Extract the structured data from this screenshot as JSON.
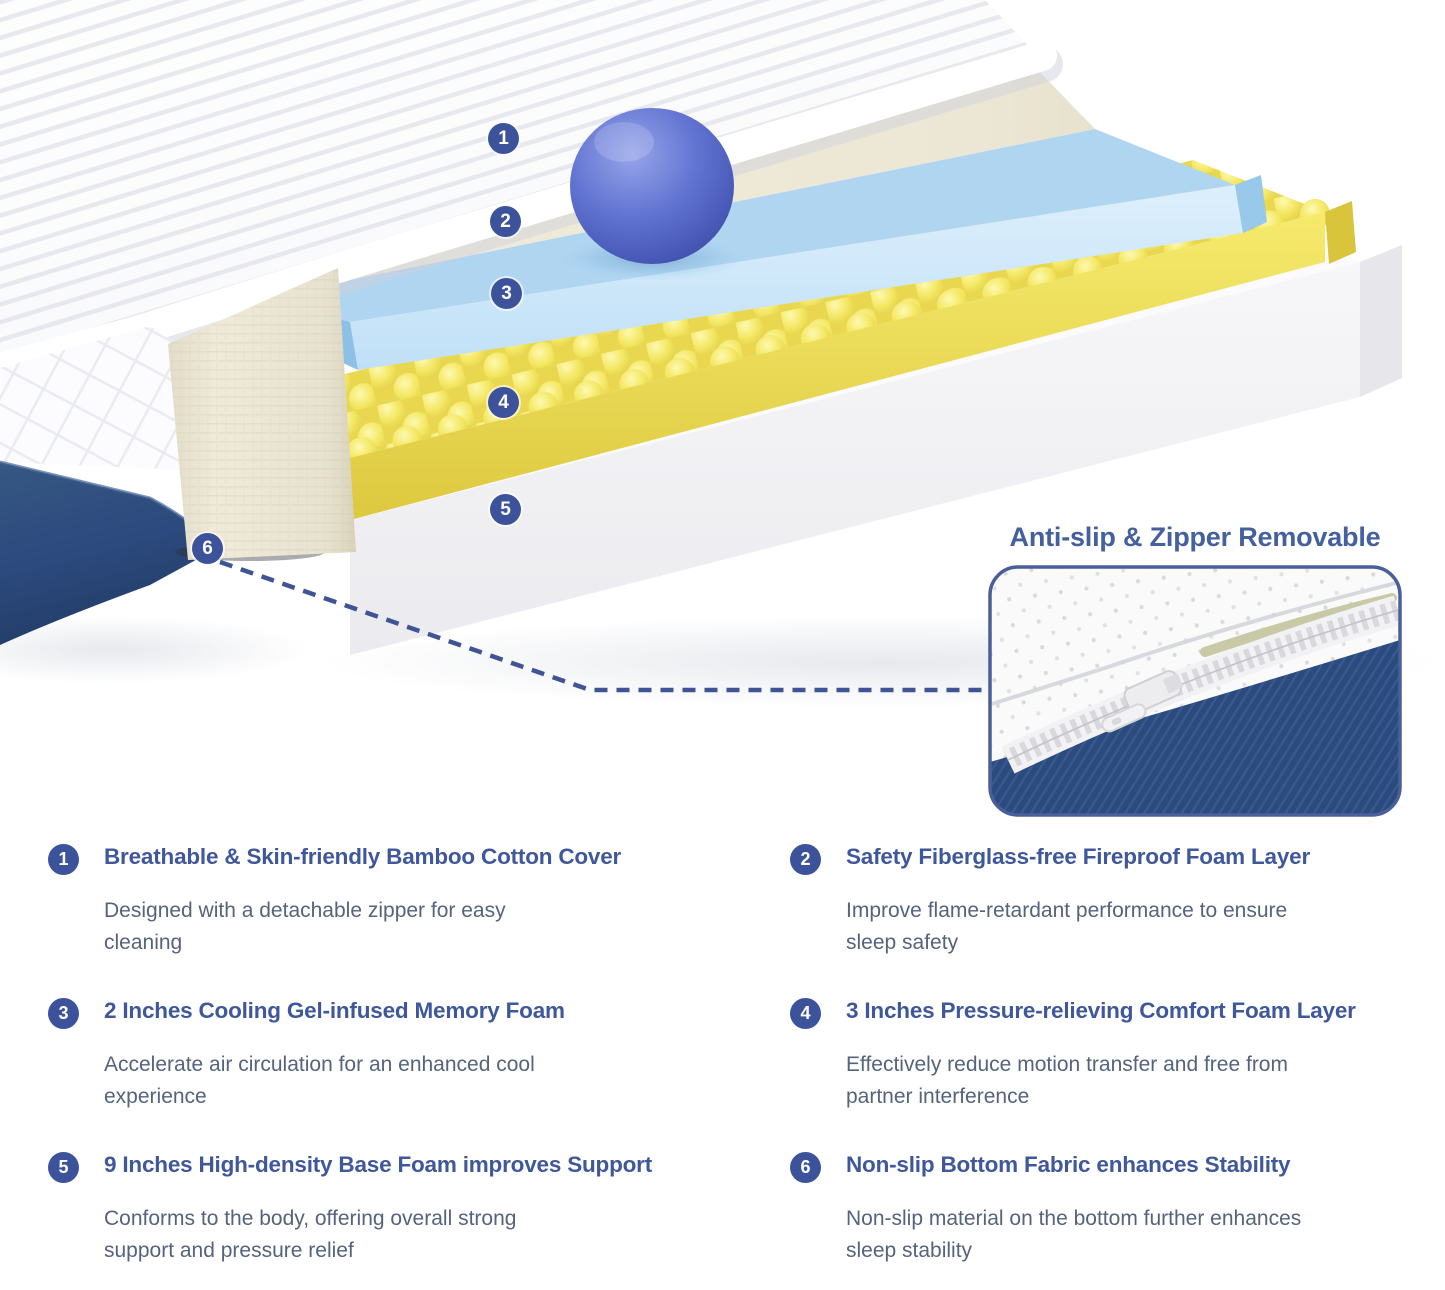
{
  "inset": {
    "title": "Anti-slip & Zipper Removable"
  },
  "features": [
    {
      "num": "1",
      "title": "Breathable & Skin-friendly Bamboo Cotton Cover",
      "desc": "Designed with a detachable zipper for easy cleaning"
    },
    {
      "num": "2",
      "title": "Safety Fiberglass-free Fireproof Foam Layer",
      "desc": "Improve flame-retardant performance to ensure sleep safety"
    },
    {
      "num": "3",
      "title": "2 Inches Cooling Gel-infused Memory Foam",
      "desc": "Accelerate air circulation for an enhanced cool experience"
    },
    {
      "num": "4",
      "title": "3 Inches Pressure-relieving Comfort Foam Layer",
      "desc": "Effectively reduce motion transfer and free from partner interference"
    },
    {
      "num": "5",
      "title": "9 Inches High-density Base Foam improves Support",
      "desc": "Conforms to the body, offering overall strong support and pressure relief"
    },
    {
      "num": "6",
      "title": "Non-slip Bottom Fabric enhances Stability",
      "desc": "Non-slip material on the bottom further enhances sleep stability"
    }
  ],
  "colors": {
    "badge_blue": "#3c539c",
    "heading_blue": "#3f579b",
    "body_text": "#55637d",
    "inset_title_blue": "#44609f",
    "gel_layer_blue": "#b0d5f1",
    "comfort_layer_yellow": "#f2e45f",
    "base_foam_white": "#f4f4f6",
    "cover_cream": "#efead8",
    "bottom_fabric_navy": "#2c4a7e",
    "ball_blue": "#5668c4",
    "dashed_line_blue": "#3f5494"
  }
}
